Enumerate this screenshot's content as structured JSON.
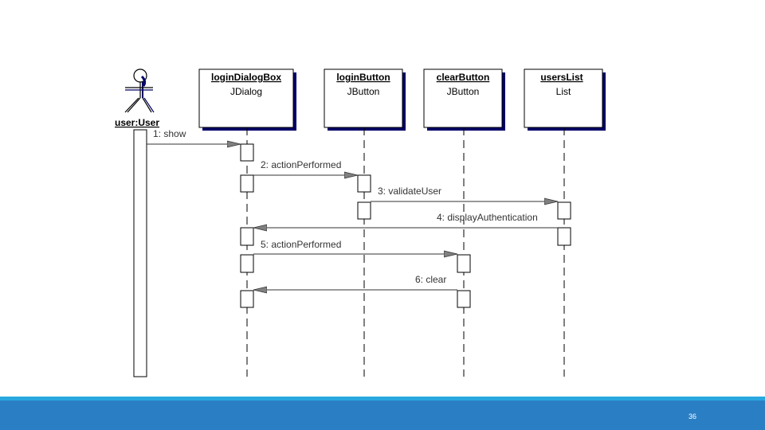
{
  "actor": {
    "name": "user:User"
  },
  "objects": [
    {
      "name": "loginDialogBox",
      "type": "JDialog"
    },
    {
      "name": "loginButton",
      "type": "JButton"
    },
    {
      "name": "clearButton",
      "type": "JButton"
    },
    {
      "name": "usersList",
      "type": "List"
    }
  ],
  "messages": [
    {
      "label": "1: show"
    },
    {
      "label": "2: actionPerformed"
    },
    {
      "label": "3: validateUser"
    },
    {
      "label": "4: displayAuthentication"
    },
    {
      "label": "5: actionPerformed"
    },
    {
      "label": "6: clear"
    }
  ],
  "colors": {
    "footer": "#2a7fc4",
    "footer_strip": "#29a8e0",
    "box_shadow": "#000066",
    "arrow": "#808080"
  },
  "footer": {
    "page_number": "36"
  }
}
